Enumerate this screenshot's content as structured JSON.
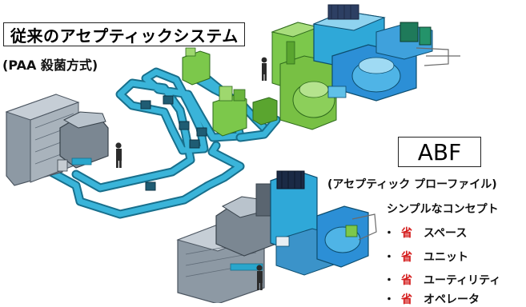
{
  "conventional": {
    "title": "従来のアセプティックシステム",
    "subtitle": "(PAA 殺菌方式)"
  },
  "abf": {
    "title": "ABF",
    "full_name": "(アセプティック プローファイル)",
    "concept": "シンプルなコンセプト",
    "features": [
      {
        "bullet": "・",
        "mark": "省",
        "text": "スペース"
      },
      {
        "bullet": "・",
        "mark": "省",
        "text": "ユニット"
      },
      {
        "bullet": "・",
        "mark": "省",
        "text": "ユーティリティ"
      },
      {
        "bullet": "・",
        "mark": "省",
        "text": "オペレータ"
      }
    ]
  },
  "colors": {
    "duct": "#2aa6cc",
    "machine_gray": "#a9b3bc",
    "green_unit": "#7cc84b",
    "blue_unit": "#2c8fd6",
    "accent_red": "#d41c1c"
  },
  "icons": [
    "operator-figure",
    "duct-fan-unit",
    "machine-cabinet"
  ]
}
